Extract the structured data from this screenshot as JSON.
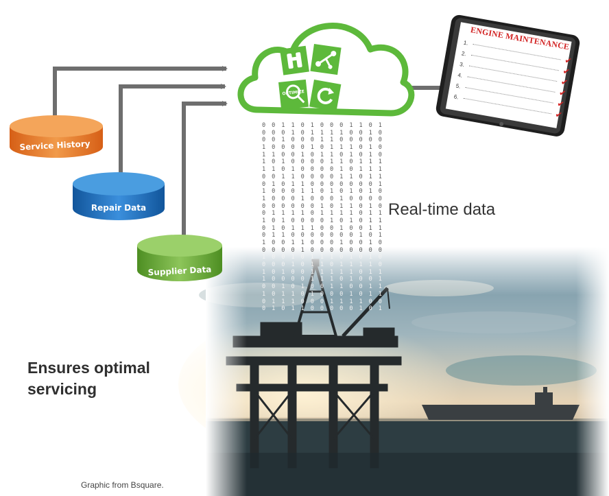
{
  "labels": {
    "service_history": "Service History",
    "repair_data": "Repair Data",
    "supplier_data": "Supplier Data",
    "real_time": "Real-time data",
    "headline": "Ensures optimal servicing",
    "credit": "Graphic from Bsquare."
  },
  "tablet": {
    "title": "ENGINE MAINTENANCE",
    "items": [
      "1.",
      "2.",
      "3.",
      "4.",
      "5.",
      "6."
    ]
  },
  "binary_rows": [
    "0011010001101",
    "0001011110010",
    "0010001100000",
    "1000010111010",
    "1100101101010",
    "1010000110111",
    "1101000010111",
    "0011000011011",
    "0101100000001",
    "1000110101010",
    "1000100010000",
    "0000001011010",
    "0111101111011",
    "1010000101011",
    "0101110010011",
    "0110000000101",
    "1001100010010",
    "0000100000000",
    "1001011101010",
    "0001011011110",
    "1010011111011",
    "1000011101001",
    "0010100110011",
    "1011010001011",
    "0111000111100",
    "0101100000101"
  ],
  "colors": {
    "cloud_green": "#5db93b",
    "orange_db": "#e8792c",
    "blue_db": "#1f6fbd",
    "green_db": "#6fad3b",
    "arrow_gray": "#6e6e6e",
    "check_red": "#d22222"
  },
  "icons": [
    "binoculars-icon",
    "network-icon",
    "optimize-icon",
    "refresh-icon",
    "checkmark-icon"
  ]
}
